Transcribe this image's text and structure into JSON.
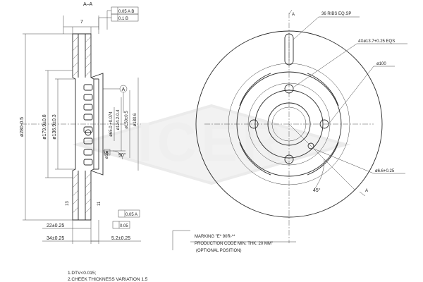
{
  "section": {
    "title": "A–A",
    "gdt_top_1": "0.05 A B",
    "gdt_top_2": "0.1 B",
    "width_top": "7",
    "gdt_bottom_1": "0.05 A",
    "gdt_bottom_2": "0.05",
    "label_a": "A",
    "label_b": "B",
    "angle": "90°",
    "diameters": [
      "ø280-0.5",
      "ø179.9±0.8",
      "ø136.9±0.3",
      "ø65.0 +0.074",
      "ø124.2-0.4",
      "ø150±0.5",
      "ø180.6",
      "ø15"
    ],
    "thickness_dims": [
      "22±0.25",
      "34±0.25",
      "5.2±0.25"
    ],
    "small_dims": [
      "13",
      "11"
    ]
  },
  "front": {
    "label_a_top": "A",
    "label_a_bottom": "A",
    "ribs": "36 RIBS EQ.SP",
    "holes": "4Xø13.7+0.25 EQS",
    "pcd": "ø100",
    "hole2": "ø6.6+0.25",
    "angle": "45°"
  },
  "marking": {
    "line1": "MARKING \"E* 90R-**",
    "line2": "PRODUCTION CODE MIN. THK. 20 MM\"",
    "line3": "(OPTIONAL POSITION)"
  },
  "notes": [
    "1.DTV<0.015;",
    "2.CHEEK THICKNESS VARIATION 1.5"
  ],
  "watermark": "ICER"
}
